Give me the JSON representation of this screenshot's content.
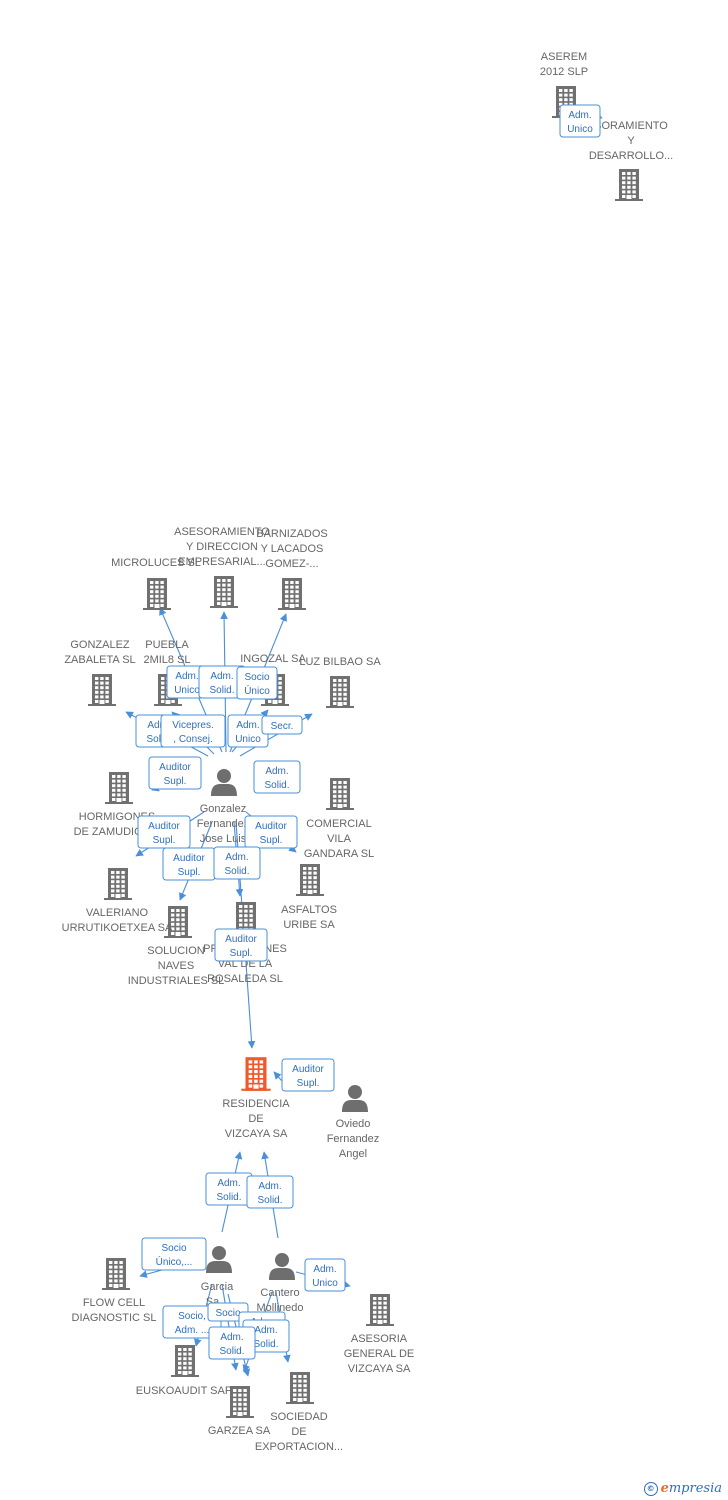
{
  "colors": {
    "building": "#707070",
    "focus": "#f0592a",
    "person": "#6e6e6e",
    "edge": "#4a8fd9",
    "label": "#666666"
  },
  "nodes": [
    {
      "id": "aserem",
      "type": "company",
      "lines": [
        "ASEREM",
        "2012 SLP"
      ]
    },
    {
      "id": "asesoramiento_desarrollo",
      "type": "company",
      "lines": [
        "SORAMIENTO",
        "Y",
        "DESARROLLO..."
      ]
    },
    {
      "id": "asesoramiento_direccion",
      "type": "company",
      "lines": [
        "ASESORAMIENTO",
        "Y DIRECCION",
        "EMPRESARIAL..."
      ]
    },
    {
      "id": "barnizados",
      "type": "company",
      "lines": [
        "BARNIZADOS",
        "Y LACADOS",
        "GOMEZ-..."
      ]
    },
    {
      "id": "microluces",
      "type": "company",
      "lines": [
        "MICROLUCES SL"
      ]
    },
    {
      "id": "gonzalez_zabaleta",
      "type": "company",
      "lines": [
        "GONZALEZ",
        "ZABALETA SL"
      ]
    },
    {
      "id": "puebla",
      "type": "company",
      "lines": [
        "PUEBLA",
        "2MIL8 SL"
      ]
    },
    {
      "id": "ingozal",
      "type": "company",
      "lines": [
        "INGOZAL SA"
      ]
    },
    {
      "id": "luz_bilbao",
      "type": "company",
      "lines": [
        "LUZ BILBAO SA"
      ]
    },
    {
      "id": "hormigones",
      "type": "company",
      "lines": [
        "HORMIGONES",
        "DE ZAMUDIO SA"
      ]
    },
    {
      "id": "comercial_vila",
      "type": "company",
      "lines": [
        "COMERCIAL",
        "VILA",
        "GANDARA SL"
      ]
    },
    {
      "id": "valeriano",
      "type": "company",
      "lines": [
        "VALERIANO",
        "URRUTIKOETXEA SA"
      ]
    },
    {
      "id": "solucion_naves",
      "type": "company",
      "lines": [
        "SOLUCION",
        "NAVES",
        "INDUSTRIALES SL"
      ]
    },
    {
      "id": "promociones",
      "type": "company",
      "lines": [
        "PROMOCIONES",
        "VAL DE LA",
        "ROSALEDA SL"
      ]
    },
    {
      "id": "asfaltos",
      "type": "company",
      "lines": [
        "ASFALTOS",
        "URIBE SA"
      ]
    },
    {
      "id": "gonzalez_person",
      "type": "person",
      "lines": [
        "Gonzalez",
        "Fernandez",
        "Jose Luis"
      ]
    },
    {
      "id": "residencia",
      "type": "focus",
      "lines": [
        "RESIDENCIA",
        "DE",
        "VIZCAYA SA"
      ]
    },
    {
      "id": "oviedo",
      "type": "person",
      "lines": [
        "Oviedo",
        "Fernandez",
        "Angel"
      ]
    },
    {
      "id": "garcia",
      "type": "person",
      "lines": [
        "Garcia",
        "Sa..."
      ]
    },
    {
      "id": "cantero",
      "type": "person",
      "lines": [
        "Cantero",
        "Mollinedo",
        "..."
      ]
    },
    {
      "id": "flow_cell",
      "type": "company",
      "lines": [
        "FLOW CELL",
        "DIAGNOSTIC SL"
      ]
    },
    {
      "id": "asesoria_general",
      "type": "company",
      "lines": [
        "ASESORIA",
        "GENERAL DE",
        "VIZCAYA SA"
      ]
    },
    {
      "id": "euskoaudit",
      "type": "company",
      "lines": [
        "EUSKOAUDIT SAP"
      ]
    },
    {
      "id": "sociedad_exportacion",
      "type": "company",
      "lines": [
        "SOCIEDAD",
        "DE",
        "EXPORTACION..."
      ]
    },
    {
      "id": "garzea",
      "type": "company",
      "lines": [
        "GARZEA SA"
      ]
    }
  ],
  "edges": [
    {
      "from": "aserem",
      "to": "asesoramiento_desarrollo",
      "label": [
        "Adm.",
        "Unico"
      ]
    },
    {
      "from": "gonzalez_person",
      "to": "microluces",
      "label": [
        "Adm.",
        "Unico"
      ]
    },
    {
      "from": "gonzalez_person",
      "to": "asesoramiento_direccion",
      "label": [
        "Adm.",
        "Solid."
      ]
    },
    {
      "from": "gonzalez_person",
      "to": "barnizados",
      "label": [
        "Socio",
        "Único"
      ]
    },
    {
      "from": "gonzalez_person",
      "to": "gonzalez_zabaleta",
      "label": [
        "Adm.",
        "Solid."
      ]
    },
    {
      "from": "gonzalez_person",
      "to": "puebla",
      "label": [
        "Vicepres.",
        ", Consej."
      ]
    },
    {
      "from": "gonzalez_person",
      "to": "ingozal",
      "label": [
        "Adm.",
        "Unico"
      ]
    },
    {
      "from": "gonzalez_person",
      "to": "luz_bilbao",
      "label": [
        "Secr."
      ]
    },
    {
      "from": "gonzalez_person",
      "to": "hormigones",
      "label": [
        "Auditor",
        "Supl."
      ]
    },
    {
      "from": "gonzalez_person",
      "to": "comercial_vila",
      "label": [
        "Adm.",
        "Solid."
      ]
    },
    {
      "from": "gonzalez_person",
      "to": "hormigones",
      "label": [
        "Auditor",
        "Supl."
      ]
    },
    {
      "from": "gonzalez_person",
      "to": "comercial_vila",
      "label": [
        "Auditor",
        "Supl."
      ]
    },
    {
      "from": "gonzalez_person",
      "to": "valeriano",
      "label": [
        "Auditor",
        "Supl."
      ]
    },
    {
      "from": "gonzalez_person",
      "to": "promociones",
      "label": [
        "Adm.",
        "Solid."
      ]
    },
    {
      "from": "gonzalez_person",
      "to": "residencia",
      "label": [
        "Auditor",
        "Supl."
      ]
    },
    {
      "from": "oviedo",
      "to": "residencia",
      "label": [
        "Auditor",
        "Supl."
      ]
    },
    {
      "from": "garcia",
      "to": "residencia",
      "label": [
        "Adm.",
        "Solid."
      ]
    },
    {
      "from": "cantero",
      "to": "residencia",
      "label": [
        "Adm.",
        "Solid."
      ]
    },
    {
      "from": "garcia",
      "to": "flow_cell",
      "label": [
        "Socio",
        "Único,..."
      ]
    },
    {
      "from": "cantero",
      "to": "asesoria_general",
      "label": [
        "Adm.",
        "Unico"
      ]
    },
    {
      "from": "garcia",
      "to": "euskoaudit",
      "label": [
        "Socio,",
        "Adm. ..."
      ]
    },
    {
      "from": "garcia",
      "to": "garzea",
      "label": [
        "Socio"
      ]
    },
    {
      "from": "cantero",
      "to": "garzea",
      "label": [
        "Adm.",
        "Solid."
      ]
    },
    {
      "from": "cantero",
      "to": "sociedad_exportacion",
      "label": [
        "Adm.",
        "Solid."
      ]
    },
    {
      "from": "garcia",
      "to": "garzea",
      "label": [
        "Adm.",
        "Solid."
      ]
    }
  ],
  "brand": {
    "symbol": "©",
    "initial": "e",
    "rest": "mpresia"
  }
}
